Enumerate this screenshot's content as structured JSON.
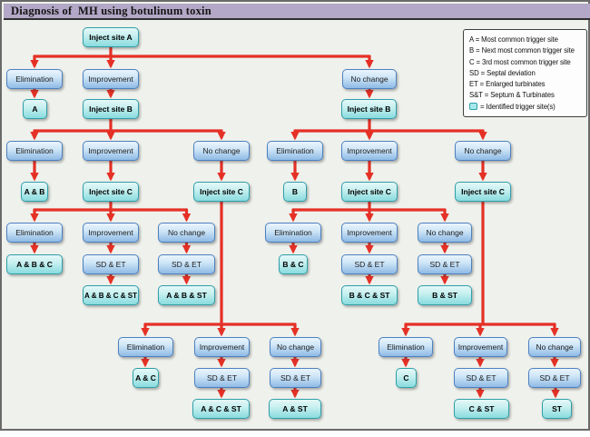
{
  "title": "Diagnosis of  MH using botulinum toxin",
  "legend": {
    "items": [
      {
        "text": "A = Most common trigger site"
      },
      {
        "text": "B = Next most common trigger site"
      },
      {
        "text": "C = 3rd most common trigger site"
      },
      {
        "text": "SD = Septal deviation"
      },
      {
        "text": "ET = Enlarged turbinates"
      },
      {
        "text": "S&T = Septum & Turbinates"
      }
    ],
    "swatch_line": "= Identified trigger site(s)"
  },
  "colors": {
    "arrow_red": "#e53026",
    "decision_box_blue": "#8fbae5",
    "trigger_box_cyan": "#89dbde",
    "title_bar": "#b3a8c7"
  },
  "nodes": [
    {
      "label": "Inject site A",
      "kind": "site"
    },
    {
      "label": "Elimination",
      "kind": "decision"
    },
    {
      "label": "Improvement",
      "kind": "decision"
    },
    {
      "label": "No change",
      "kind": "decision"
    },
    {
      "label": "A",
      "kind": "result"
    },
    {
      "label": "Inject site B",
      "kind": "site"
    },
    {
      "label": "Inject site B",
      "kind": "site"
    },
    {
      "label": "Elimination",
      "kind": "decision"
    },
    {
      "label": "Improvement",
      "kind": "decision"
    },
    {
      "label": "No change",
      "kind": "decision"
    },
    {
      "label": "Elimination",
      "kind": "decision"
    },
    {
      "label": "Improvement",
      "kind": "decision"
    },
    {
      "label": "No change",
      "kind": "decision"
    },
    {
      "label": "A & B",
      "kind": "result"
    },
    {
      "label": "Inject site C",
      "kind": "site"
    },
    {
      "label": "Inject site C",
      "kind": "site"
    },
    {
      "label": "B",
      "kind": "result"
    },
    {
      "label": "Inject site C",
      "kind": "site"
    },
    {
      "label": "Inject site C",
      "kind": "site"
    },
    {
      "label": "Elimination",
      "kind": "decision"
    },
    {
      "label": "Improvement",
      "kind": "decision"
    },
    {
      "label": "No change",
      "kind": "decision"
    },
    {
      "label": "Elimination",
      "kind": "decision"
    },
    {
      "label": "Improvement",
      "kind": "decision"
    },
    {
      "label": "No change",
      "kind": "decision"
    },
    {
      "label": "A & B & C",
      "kind": "result"
    },
    {
      "label": "SD & ET",
      "kind": "action"
    },
    {
      "label": "SD & ET",
      "kind": "action"
    },
    {
      "label": "B & C",
      "kind": "result"
    },
    {
      "label": "SD & ET",
      "kind": "action"
    },
    {
      "label": "SD & ET",
      "kind": "action"
    },
    {
      "label": "A & B & C & ST",
      "kind": "result"
    },
    {
      "label": "A & B & ST",
      "kind": "result"
    },
    {
      "label": "B & C & ST",
      "kind": "result"
    },
    {
      "label": "B & ST",
      "kind": "result"
    },
    {
      "label": "Elimination",
      "kind": "decision"
    },
    {
      "label": "Improvement",
      "kind": "decision"
    },
    {
      "label": "No change",
      "kind": "decision"
    },
    {
      "label": "Elimination",
      "kind": "decision"
    },
    {
      "label": "Improvement",
      "kind": "decision"
    },
    {
      "label": "No change",
      "kind": "decision"
    },
    {
      "label": "A & C",
      "kind": "result"
    },
    {
      "label": "SD & ET",
      "kind": "action"
    },
    {
      "label": "SD & ET",
      "kind": "action"
    },
    {
      "label": "C",
      "kind": "result"
    },
    {
      "label": "SD & ET",
      "kind": "action"
    },
    {
      "label": "SD & ET",
      "kind": "action"
    },
    {
      "label": "A & C & ST",
      "kind": "result"
    },
    {
      "label": "A & ST",
      "kind": "result"
    },
    {
      "label": "C & ST",
      "kind": "result"
    },
    {
      "label": "ST",
      "kind": "result"
    }
  ]
}
